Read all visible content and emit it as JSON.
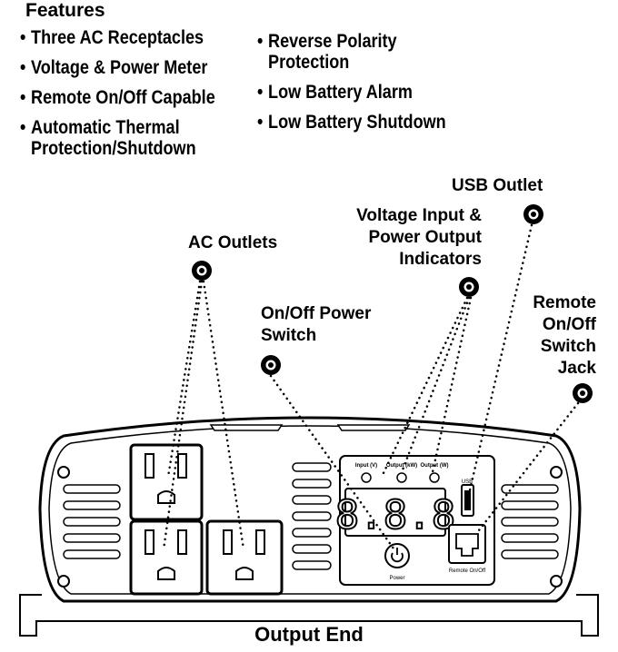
{
  "features": {
    "title": "Features",
    "left": [
      "Three AC Receptacles",
      "Voltage & Power Meter",
      "Remote On/Off Capable",
      "Automatic Thermal Protection/Shutdown"
    ],
    "right": [
      "Reverse Polarity Protection",
      "Low Battery Alarm",
      "Low Battery Shutdown"
    ]
  },
  "callouts": {
    "usb": "USB Outlet",
    "indicators": [
      "Voltage Input &",
      "Power Output",
      "Indicators"
    ],
    "ac_outlets": "AC Outlets",
    "power_switch": [
      "On/Off Power",
      "Switch"
    ],
    "remote_jack": [
      "Remote",
      "On/Off",
      "Switch",
      "Jack"
    ]
  },
  "panel": {
    "indicator_labels": [
      "Input (V)",
      "Output (kW)",
      "Output (W)"
    ],
    "display_digits": "8.8.8",
    "power_label": "Power",
    "usb_label": "USB",
    "remote_label": "Remote On/Off"
  },
  "caption": "Output End"
}
